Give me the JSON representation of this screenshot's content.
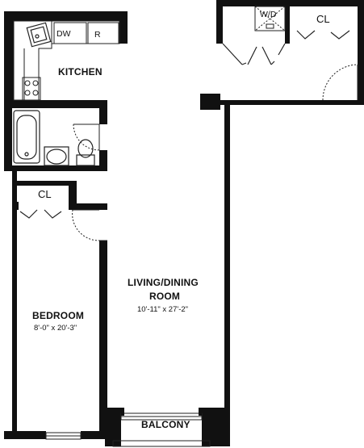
{
  "plan": {
    "rooms": {
      "kitchen": {
        "name": "KITCHEN"
      },
      "living_dining": {
        "name_line1": "LIVING/DINING",
        "name_line2": "ROOM",
        "dimensions": "10'-11\" x 27'-2\""
      },
      "bedroom": {
        "name": "BEDROOM",
        "dimensions": "8'-0\" x 20'-3\""
      },
      "balcony": {
        "name": "BALCONY"
      }
    },
    "closets": {
      "entry_closet": "CL",
      "bedroom_closet": "CL"
    },
    "fixtures": {
      "dishwasher": "DW",
      "refrigerator": "R",
      "washer_dryer": "W/D"
    },
    "colors": {
      "wall": "#111111",
      "line": "#222222",
      "background": "#ffffff"
    }
  }
}
